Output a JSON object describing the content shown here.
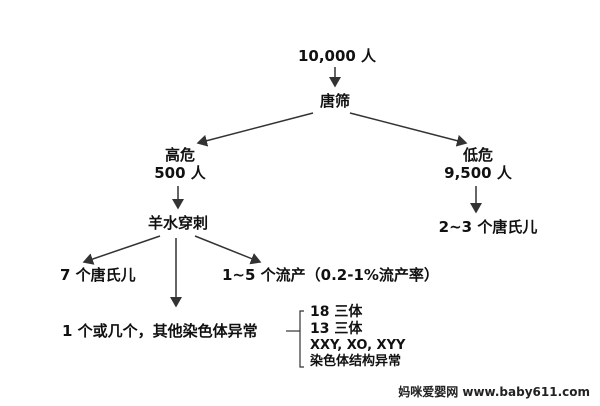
{
  "nodes": {
    "population": "10,000 人",
    "screening": "唐筛",
    "high_risk_title": "高危",
    "high_risk_count": "500 人",
    "low_risk_title": "低危",
    "low_risk_count": "9,500 人",
    "amniocentesis": "羊水穿刺",
    "low_risk_result": "2~3 个唐氏儿",
    "high_risk_down": "7 个唐氏儿",
    "miscarriage": "1~5 个流产（0.2-1%流产率）",
    "other_abnormal": "1 个或几个，其他染色体异常",
    "abnormal_list": [
      "18 三体",
      "13 三体",
      "XXY, XO, XYY",
      "染色体结构异常"
    ]
  },
  "watermark": "妈咪爱婴网 www.baby611.com",
  "colors": {
    "text": "#111111",
    "line": "#333333"
  }
}
